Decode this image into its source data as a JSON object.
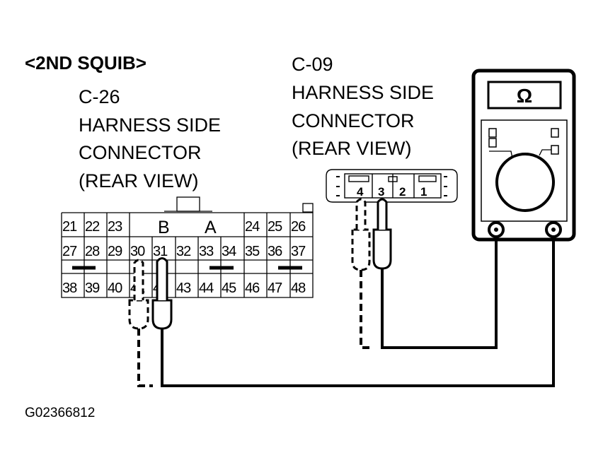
{
  "title": "<2ND SQUIB>",
  "connector_c26": {
    "id": "C-26",
    "line1": "HARNESS SIDE",
    "line2": "CONNECTOR",
    "line3": "(REAR VIEW)",
    "row1_left": [
      "21",
      "22",
      "23"
    ],
    "center_labels": [
      "B",
      "A"
    ],
    "row1_right": [
      "24",
      "25",
      "26"
    ],
    "row2": [
      "27",
      "28",
      "29",
      "30",
      "31",
      "32",
      "33",
      "34",
      "35",
      "36",
      "37"
    ],
    "row3": [
      "38",
      "39",
      "40",
      "41",
      "42",
      "43",
      "44",
      "45",
      "46",
      "47",
      "48"
    ]
  },
  "connector_c09": {
    "id": "C-09",
    "line1": "HARNESS SIDE",
    "line2": "CONNECTOR",
    "line3": "(REAR VIEW)",
    "pins": [
      "4",
      "3",
      "2",
      "1"
    ]
  },
  "meter": {
    "symbol": "Ω"
  },
  "figure_code": "G02366812"
}
